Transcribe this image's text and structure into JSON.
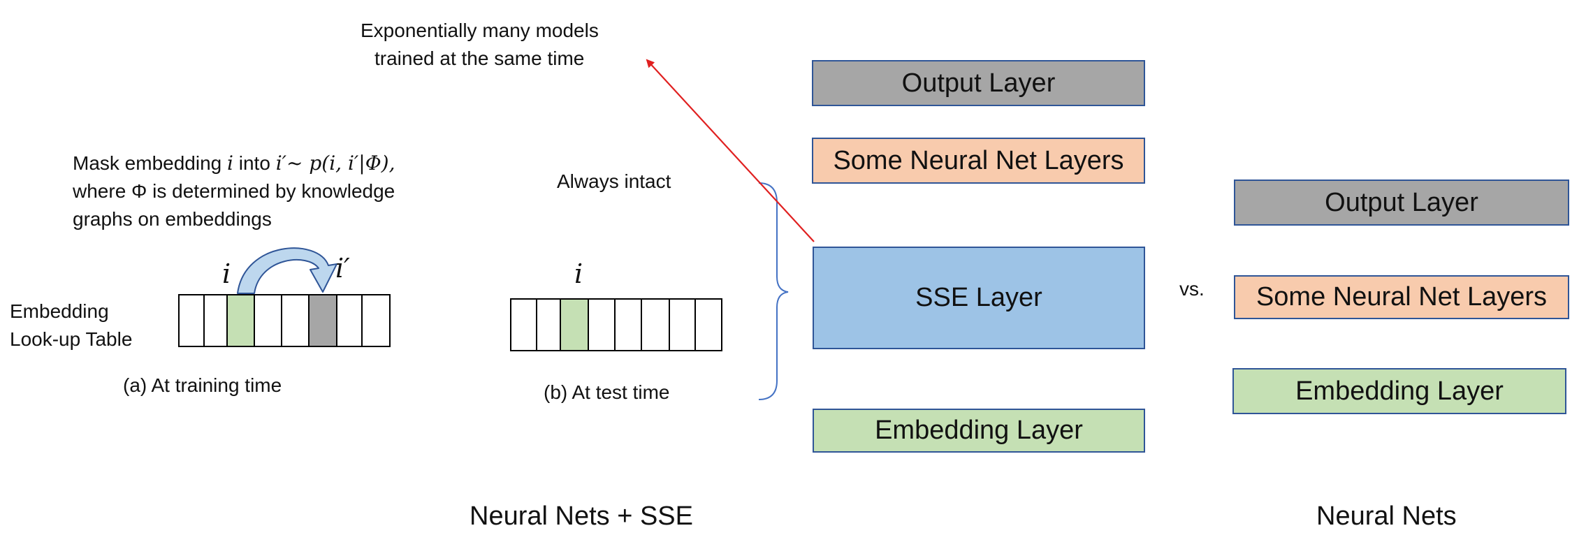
{
  "annotations": {
    "exponential_line1": "Exponentially many models",
    "exponential_line2": "trained at the same time",
    "mask_line1_pre": "Mask embedding ",
    "mask_line1_var": "i",
    "mask_line1_mid": " into ",
    "mask_line1_formula": "i′~ p(i, i′|Φ),",
    "mask_line2": "where Φ  is determined by knowledge",
    "mask_line3": "graphs on embeddings",
    "always_intact": "Always intact",
    "embedding_table_line1": "Embedding",
    "embedding_table_line2": "Look-up Table",
    "var_i_train": "i",
    "var_i_prime": "i′",
    "var_i_test": "i",
    "caption_a": "(a) At training time",
    "caption_b": "(b) At test time",
    "vs": "vs."
  },
  "left_stack": {
    "output": "Output Layer",
    "neural": "Some Neural Net Layers",
    "sse": "SSE Layer",
    "embedding": "Embedding Layer",
    "caption": "Neural Nets + SSE"
  },
  "right_stack": {
    "output": "Output Layer",
    "neural": "Some Neural Net Layers",
    "embedding": "Embedding Layer",
    "caption": "Neural Nets"
  },
  "colors": {
    "output": "#a6a6a6",
    "neural": "#f8cbad",
    "sse": "#9dc3e6",
    "embedding": "#c5e0b4",
    "masked_cell": "#a6a6a6",
    "arrow": "#e02020",
    "bracket": "#4472c4"
  }
}
